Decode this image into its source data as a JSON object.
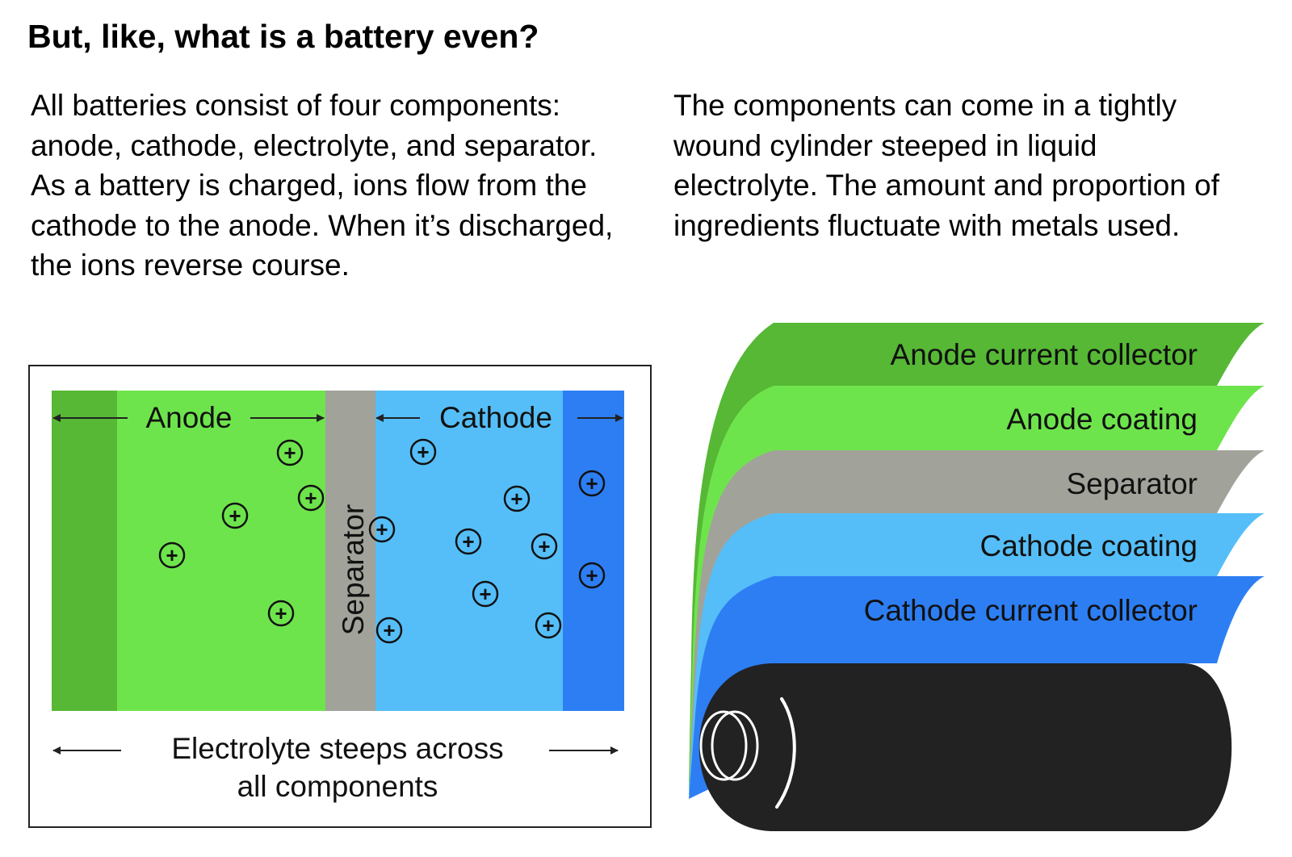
{
  "title": "But, like, what is a battery even?",
  "intro_left": "All batteries consist of four components: anode, cathode, electrolyte, and separator. As a battery is charged, ions flow from the cathode to the anode. When it’s discharged, the ions reverse course.",
  "intro_right": "The components can come in a tightly wound cylinder steeped in liquid electrolyte. The amount and proportion of ingredients fluctuate with metals used.",
  "cell_diagram": {
    "anode_label": "Anode",
    "cathode_label": "Cathode",
    "separator_label": "Separator",
    "electrolyte_line1": "Electrolyte steeps across",
    "electrolyte_line2": "all components",
    "ion_symbol": "+"
  },
  "roll_diagram": {
    "layers": [
      {
        "label": "Anode current collector",
        "color": "#56b835"
      },
      {
        "label": "Anode coating",
        "color": "#6ee44c"
      },
      {
        "label": "Separator",
        "color": "#a1a29a"
      },
      {
        "label": "Cathode coating",
        "color": "#55bef8"
      },
      {
        "label": "Cathode current collector",
        "color": "#2d7ef3"
      }
    ],
    "cylinder_color": "#222222"
  },
  "colors": {
    "anode_collector": "#56b835",
    "anode_coating": "#6ee44c",
    "separator": "#a1a29a",
    "cathode_coating": "#55bef8",
    "cathode_collector": "#2d7ef3"
  }
}
